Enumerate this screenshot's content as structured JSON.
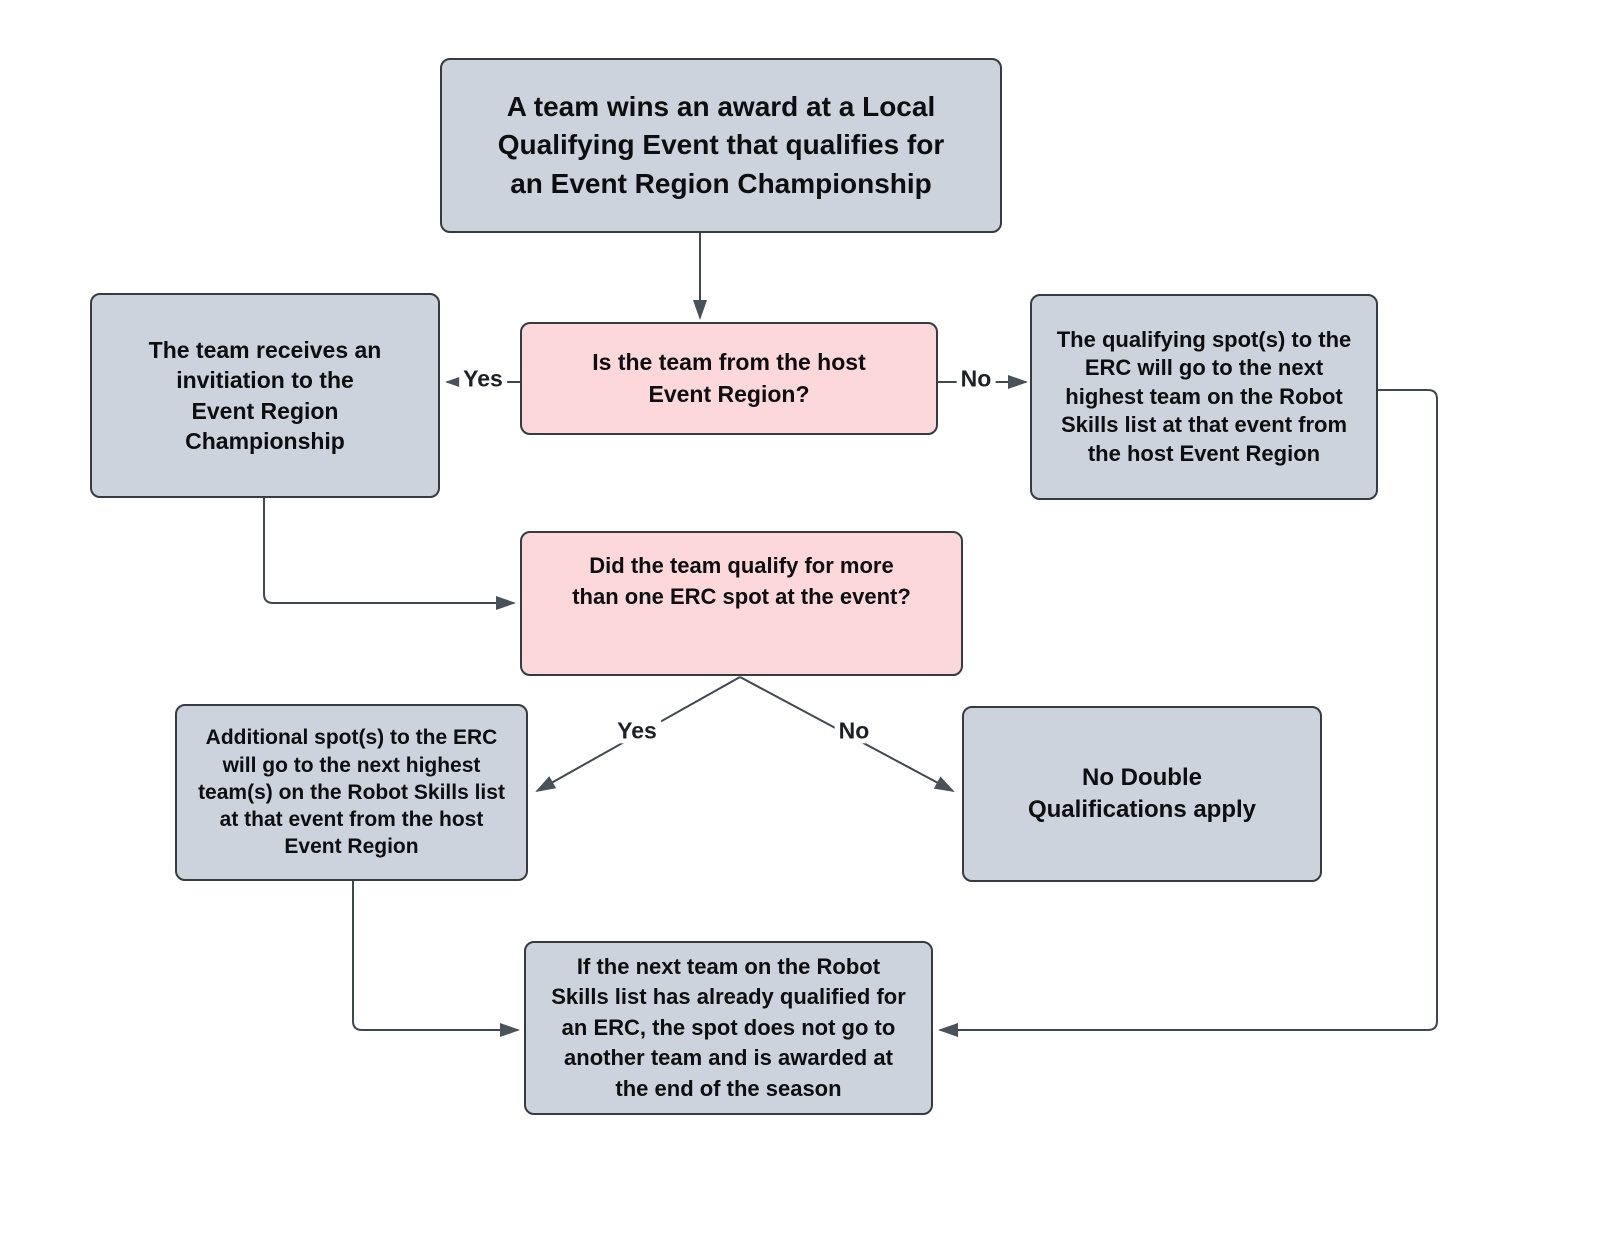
{
  "diagram": {
    "colors": {
      "process_fill": "#ccd3dc",
      "decision_fill": "#fcd8da",
      "node_border": "#363b42",
      "connector_line": "#40474f",
      "arrowhead": "#49515b",
      "text": "#0d0e10",
      "background": "#ffffff"
    },
    "nodes": {
      "start": {
        "text": "A team wins an award at a Local\nQualifying Event that qualifies for\nan Event Region Championship"
      },
      "decision_host_region": {
        "text": "Is the team from the host\nEvent Region?"
      },
      "invitation": {
        "text": "The team receives an\ninvitiation to the\nEvent Region\nChampionship"
      },
      "qualifying_spots": {
        "text": "The qualifying spot(s) to the\nERC will go to the next\nhighest team on the Robot\nSkills list at that event from\nthe host Event Region"
      },
      "decision_more_spots": {
        "text": "Did the team qualify for more\nthan one ERC spot at the event?"
      },
      "additional_spots": {
        "text": "Additional spot(s) to the ERC\nwill go to the next highest\nteam(s) on the Robot Skills list\nat that event from the host\nEvent Region"
      },
      "no_double_qualifications": {
        "text": "No Double\nQualifications apply"
      },
      "season_award": {
        "text": "If the next team on the Robot\nSkills list has already qualified for\nan ERC, the spot does not go to\nanother team and is awarded at\nthe end of the season"
      }
    },
    "edge_labels": {
      "yes1": "Yes",
      "no1": "No",
      "yes2": "Yes",
      "no2": "No"
    }
  }
}
